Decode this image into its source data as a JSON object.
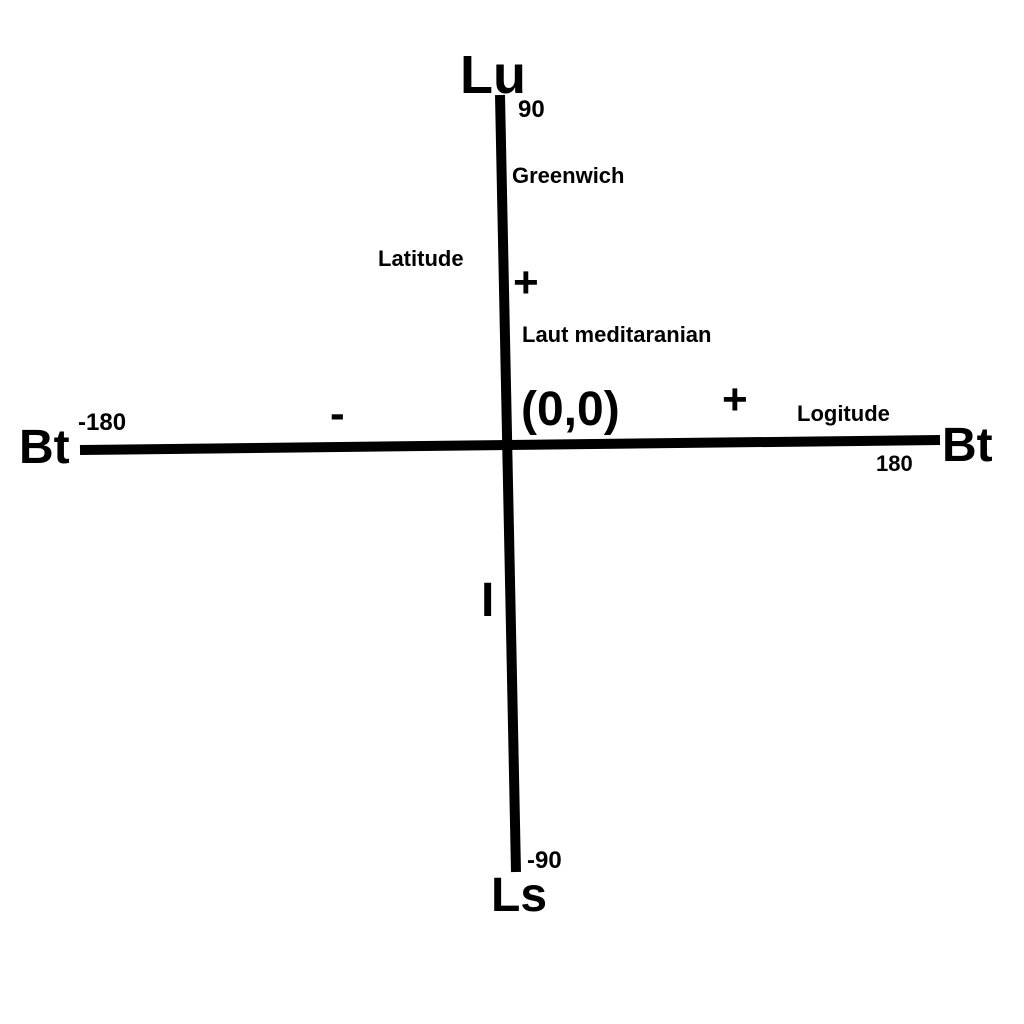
{
  "diagram": {
    "poles": {
      "north": "Lu",
      "south": "Ls",
      "west": "Bt",
      "east": "Bt"
    },
    "degrees": {
      "north": "90",
      "south": "-90",
      "west": "-180",
      "east": "180"
    },
    "labels": {
      "greenwich": "Greenwich",
      "latitude": "Latitude",
      "longitude": "Logitude",
      "sea": "Laut meditaranian",
      "origin": "(0,0)"
    },
    "signs": {
      "north": "+",
      "east": "+",
      "west": "-",
      "south": "I"
    },
    "colors": {
      "axis": "#000000",
      "background": "#ffffff"
    }
  }
}
